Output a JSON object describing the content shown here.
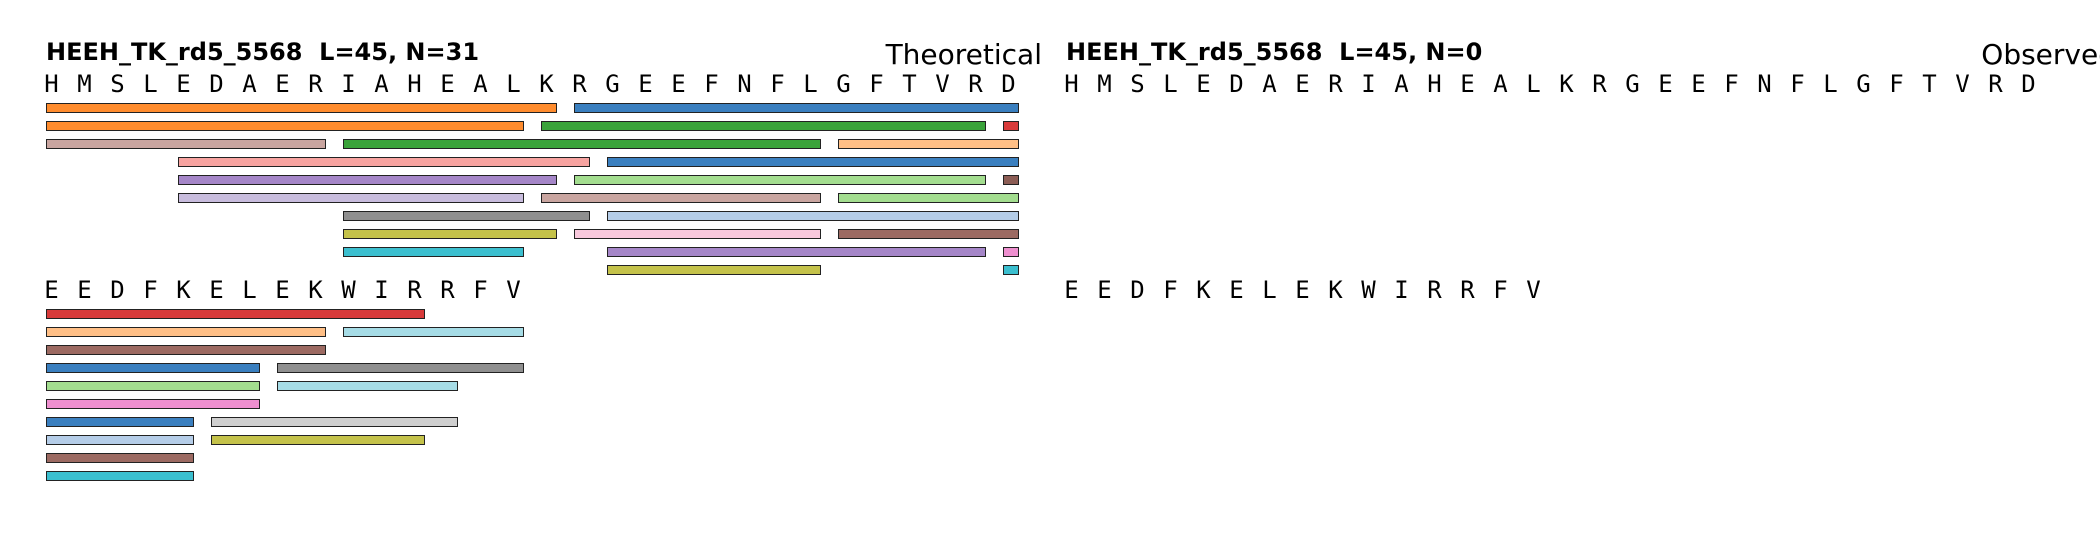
{
  "panels": [
    {
      "id": "theoretical",
      "title": "HEEH_TK_rd5_5568  L=45, N=31",
      "label": "Theoretical",
      "lines": [
        {
          "sequence": [
            "H",
            "M",
            "S",
            "L",
            "E",
            "D",
            "A",
            "E",
            "R",
            "I",
            "A",
            "H",
            "E",
            "A",
            "L",
            "K",
            "R",
            "G",
            "E",
            "E",
            "F",
            "N",
            "F",
            "L",
            "G",
            "F",
            "T",
            "V",
            "R",
            "D"
          ],
          "peptides": [
            {
              "row": 0,
              "start": 0,
              "end": 15,
              "color": "#ff8c2e"
            },
            {
              "row": 0,
              "start": 16,
              "end": 29,
              "color": "#3a7fbf"
            },
            {
              "row": 1,
              "start": 0,
              "end": 14,
              "color": "#ff8c2e"
            },
            {
              "row": 1,
              "start": 15,
              "end": 28,
              "color": "#3aa33a"
            },
            {
              "row": 1,
              "start": 29,
              "end": 29,
              "color": "#d83a3a"
            },
            {
              "row": 2,
              "start": 0,
              "end": 8,
              "color": "#c9a5a0"
            },
            {
              "row": 2,
              "start": 9,
              "end": 23,
              "color": "#3aa33a"
            },
            {
              "row": 2,
              "start": 24,
              "end": 29,
              "color": "#ffbf86"
            },
            {
              "row": 3,
              "start": 4,
              "end": 16,
              "color": "#f7a3a0"
            },
            {
              "row": 3,
              "start": 17,
              "end": 29,
              "color": "#3a7fbf"
            },
            {
              "row": 4,
              "start": 4,
              "end": 15,
              "color": "#a586c8"
            },
            {
              "row": 4,
              "start": 16,
              "end": 28,
              "color": "#a3dd8f"
            },
            {
              "row": 4,
              "start": 29,
              "end": 29,
              "color": "#8c5d55"
            },
            {
              "row": 5,
              "start": 4,
              "end": 14,
              "color": "#c8bcdd"
            },
            {
              "row": 5,
              "start": 15,
              "end": 23,
              "color": "#c9a5a0"
            },
            {
              "row": 5,
              "start": 24,
              "end": 29,
              "color": "#a3dd8f"
            },
            {
              "row": 6,
              "start": 9,
              "end": 16,
              "color": "#8f8f8f"
            },
            {
              "row": 6,
              "start": 17,
              "end": 29,
              "color": "#b5cde8"
            },
            {
              "row": 7,
              "start": 9,
              "end": 15,
              "color": "#c4c24a"
            },
            {
              "row": 7,
              "start": 16,
              "end": 23,
              "color": "#f8c8dc"
            },
            {
              "row": 7,
              "start": 24,
              "end": 29,
              "color": "#9c6a62"
            },
            {
              "row": 8,
              "start": 9,
              "end": 14,
              "color": "#3bbfcf"
            },
            {
              "row": 8,
              "start": 17,
              "end": 28,
              "color": "#a586c8"
            },
            {
              "row": 8,
              "start": 29,
              "end": 29,
              "color": "#ee8fcf"
            },
            {
              "row": 9,
              "start": 17,
              "end": 23,
              "color": "#c4c24a"
            },
            {
              "row": 9,
              "start": 29,
              "end": 29,
              "color": "#3bbfcf"
            }
          ]
        },
        {
          "sequence": [
            "E",
            "E",
            "D",
            "F",
            "K",
            "E",
            "L",
            "E",
            "K",
            "W",
            "I",
            "R",
            "R",
            "F",
            "V"
          ],
          "peptides": [
            {
              "row": 0,
              "start": 0,
              "end": 11,
              "color": "#d83a3a"
            },
            {
              "row": 1,
              "start": 0,
              "end": 8,
              "color": "#ffbf86"
            },
            {
              "row": 1,
              "start": 9,
              "end": 14,
              "color": "#a6dce6"
            },
            {
              "row": 2,
              "start": 0,
              "end": 8,
              "color": "#9c6a62"
            },
            {
              "row": 3,
              "start": 0,
              "end": 6,
              "color": "#3a7fbf"
            },
            {
              "row": 3,
              "start": 7,
              "end": 14,
              "color": "#8f8f8f"
            },
            {
              "row": 4,
              "start": 0,
              "end": 6,
              "color": "#a3dd8f"
            },
            {
              "row": 4,
              "start": 7,
              "end": 12,
              "color": "#a6dce6"
            },
            {
              "row": 5,
              "start": 0,
              "end": 6,
              "color": "#ee8fcf"
            },
            {
              "row": 6,
              "start": 0,
              "end": 4,
              "color": "#3a7fbf"
            },
            {
              "row": 6,
              "start": 5,
              "end": 12,
              "color": "#cfcfcf"
            },
            {
              "row": 7,
              "start": 0,
              "end": 4,
              "color": "#b5cde8"
            },
            {
              "row": 7,
              "start": 5,
              "end": 11,
              "color": "#c4c24a"
            },
            {
              "row": 8,
              "start": 0,
              "end": 4,
              "color": "#9c6a62"
            },
            {
              "row": 9,
              "start": 0,
              "end": 4,
              "color": "#3bbfcf"
            }
          ]
        }
      ]
    },
    {
      "id": "observed",
      "title": "HEEH_TK_rd5_5568  L=45, N=0",
      "label": "Observed",
      "lines": [
        {
          "sequence": [
            "H",
            "M",
            "S",
            "L",
            "E",
            "D",
            "A",
            "E",
            "R",
            "I",
            "A",
            "H",
            "E",
            "A",
            "L",
            "K",
            "R",
            "G",
            "E",
            "E",
            "F",
            "N",
            "F",
            "L",
            "G",
            "F",
            "T",
            "V",
            "R",
            "D"
          ],
          "peptides": []
        },
        {
          "sequence": [
            "E",
            "E",
            "D",
            "F",
            "K",
            "E",
            "L",
            "E",
            "K",
            "W",
            "I",
            "R",
            "R",
            "F",
            "V"
          ],
          "peptides": []
        }
      ]
    }
  ]
}
